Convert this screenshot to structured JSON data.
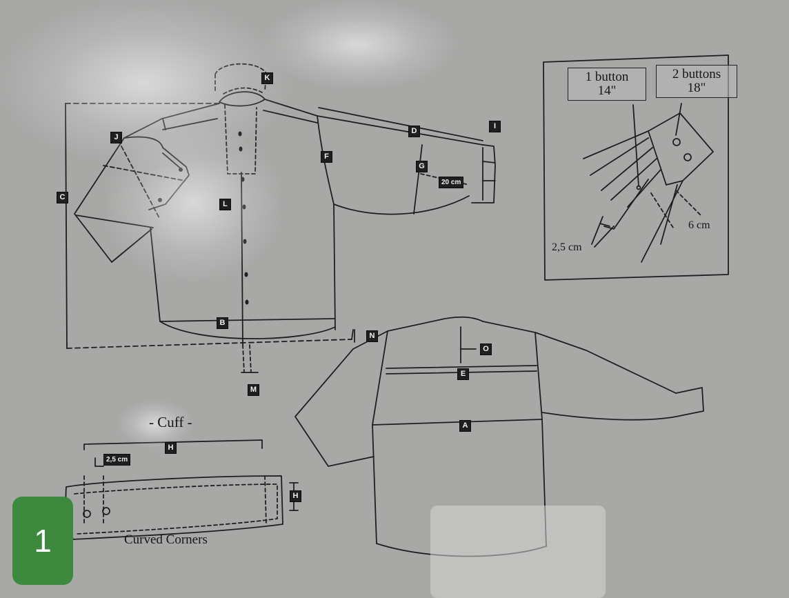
{
  "badge": {
    "number": "1"
  },
  "callout": {
    "one_button_line1": "1 button",
    "one_button_line2": "14\"",
    "two_buttons_line1": "2 buttons",
    "two_buttons_line2": "18\"",
    "dim_6cm": "6 cm",
    "dim_25cm": "2,5 cm"
  },
  "shirt": {
    "labels": {
      "A": "A",
      "B": "B",
      "C": "C",
      "D": "D",
      "E": "E",
      "F": "F",
      "G": "G",
      "H": "H",
      "I": "I",
      "J": "J",
      "K": "K",
      "L": "L",
      "M": "M",
      "N": "N",
      "O": "O"
    },
    "dim_20cm": "20 cm"
  },
  "cuff": {
    "title": "- Cuff -",
    "dim_25cm": "2,5 cm",
    "caption": "Curved Corners"
  }
}
